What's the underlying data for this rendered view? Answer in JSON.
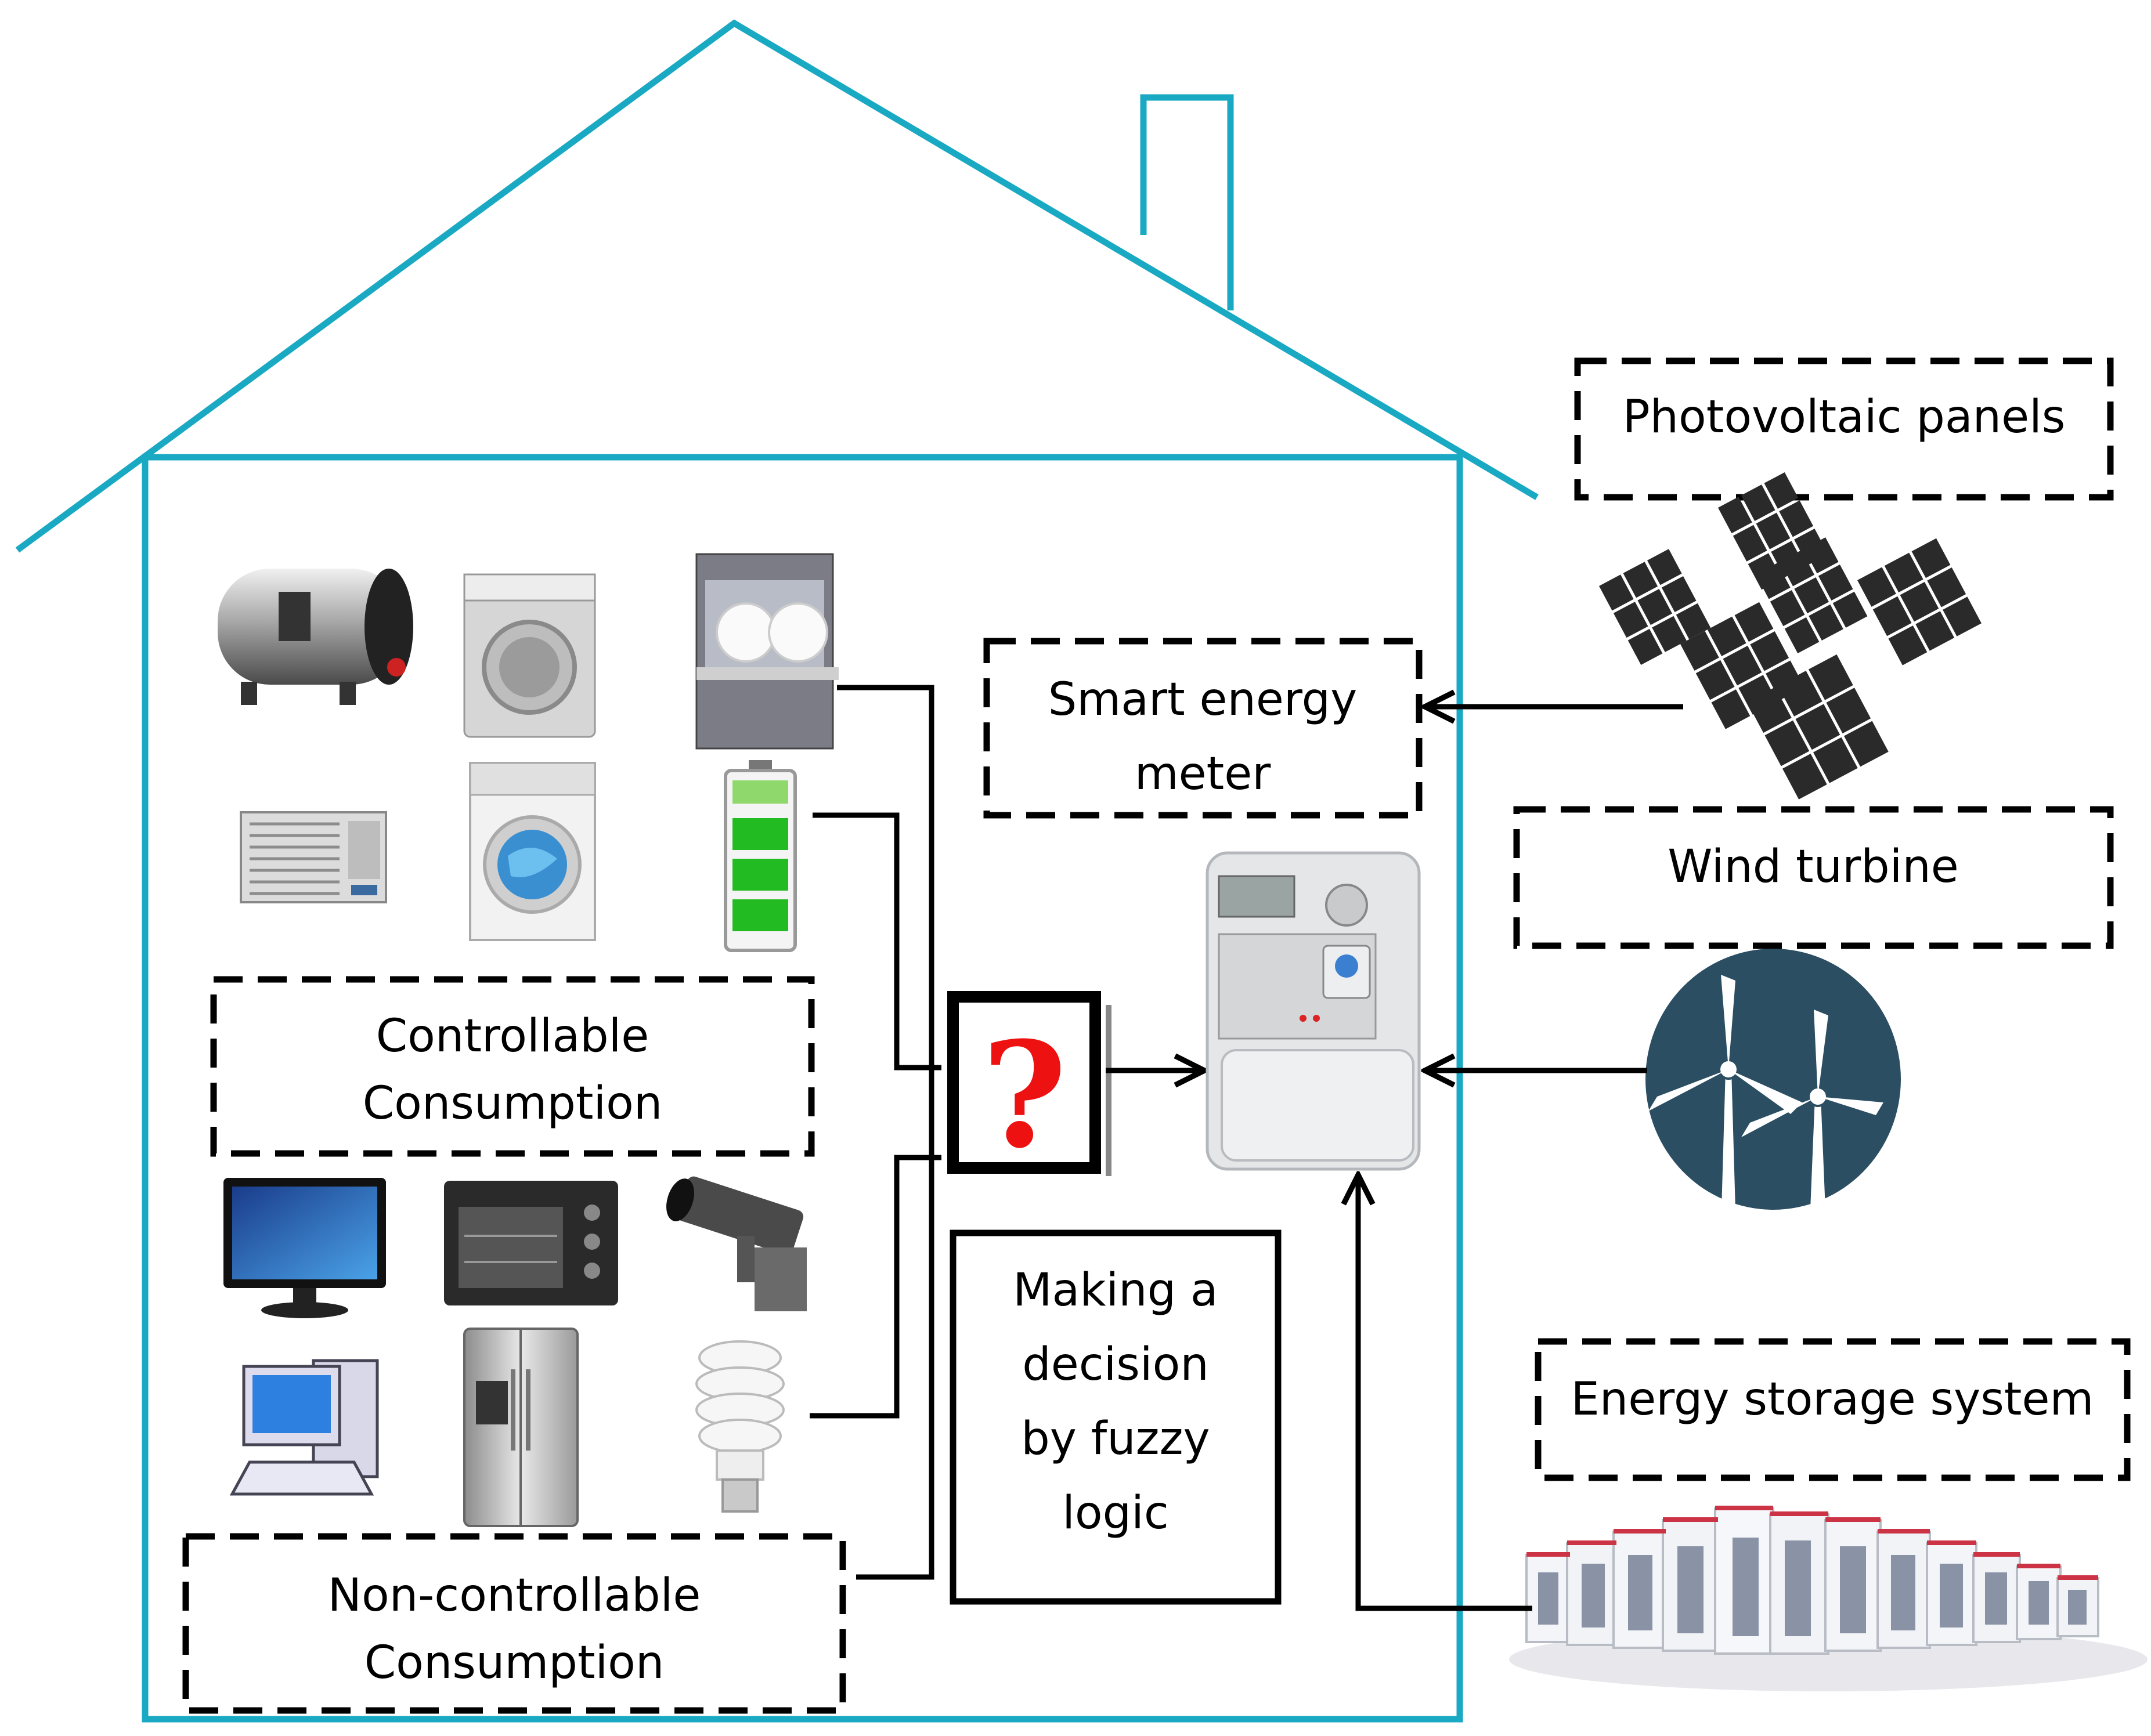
{
  "colors": {
    "house_outline": "#19a9c2",
    "question_mark": "#ee1111",
    "box_stroke": "#000000",
    "wind_circle": "#2b4e63",
    "solar_panel": "#2a2a2a",
    "battery_green": "#22bb22"
  },
  "labels": {
    "photovoltaic": "Photovoltaic panels",
    "smart_meter_line1": "Smart energy",
    "smart_meter_line2": "meter",
    "wind": "Wind turbine",
    "controllable_line1": "Controllable",
    "controllable_line2": "Consumption",
    "noncontrollable_line1": "Non-controllable",
    "noncontrollable_line2": "Consumption",
    "decision_line1": "Making a",
    "decision_line2": "decision",
    "decision_line3": "by fuzzy",
    "decision_line4": "logic",
    "storage": "Energy storage system",
    "question": "?"
  },
  "icons": {
    "controllable": [
      "water-heater-icon",
      "washing-machine-icon",
      "dishwasher-icon",
      "air-conditioner-icon",
      "front-load-washer-icon",
      "battery-icon"
    ],
    "non_controllable": [
      "tv-icon",
      "oven-icon",
      "security-camera-icon",
      "desktop-computer-icon",
      "refrigerator-icon",
      "cfl-bulb-icon"
    ],
    "sources": [
      "solar-panels-icon",
      "wind-turbine-icon",
      "battery-storage-icon"
    ],
    "meter": "smart-meter-icon"
  }
}
